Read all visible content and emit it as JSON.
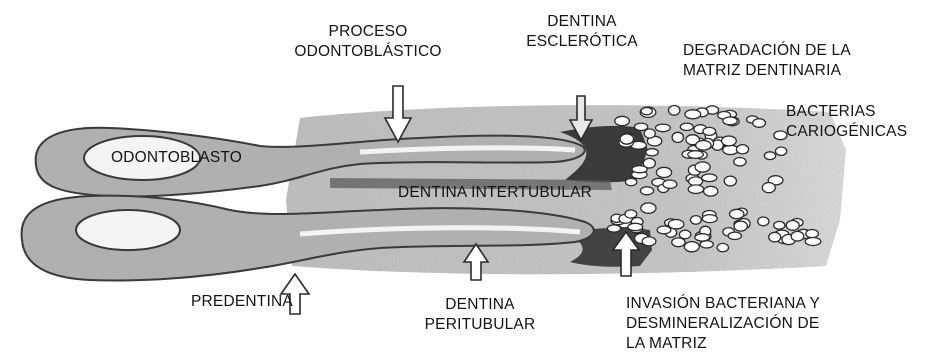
{
  "labels": {
    "proceso_odontoblastico": [
      "PROCESO",
      "ODONTOBLÁSTICO"
    ],
    "dentina_esclerotica": [
      "DENTINA",
      "ESCLERÓTICA"
    ],
    "degradacion_matriz": [
      "DEGRADACIÓN DE LA",
      "MATRIZ DENTINARIA"
    ],
    "bacterias_cariogenicas": [
      "BACTERIAS",
      "CARIOGÉNICAS"
    ],
    "odontoblasto": "ODONTOBLASTO",
    "dentina_intertubular": "DENTINA INTERTUBULAR",
    "predentina": "PREDENTINA",
    "dentina_peritubular": [
      "DENTINA",
      "PERITUBULAR"
    ],
    "invasion_bacteriana": [
      "INVASIÓN BACTERIANA Y",
      "DESMINERALIZACIÓN DE",
      "LA MATRIZ"
    ]
  },
  "colors": {
    "background": "#ffffff",
    "dentin_fill": "#c9c9c9",
    "dentin_dark": "#8d8d8d",
    "cell_fill": "#b3b3b3",
    "lumen_fill": "#f5f5f5",
    "sclerotic": "#2e2e2e",
    "outline": "#3a3a3a",
    "text": "#141414"
  }
}
